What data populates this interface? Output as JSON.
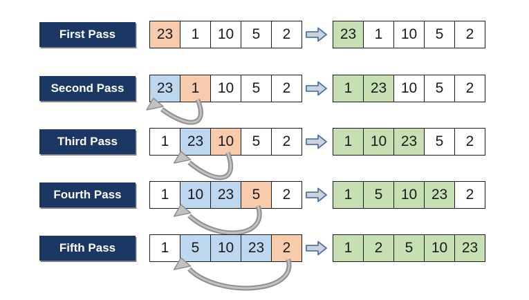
{
  "diagram_title": "",
  "colors": {
    "label_bg": "#1B3764",
    "label_text": "#FFFFFF",
    "cell_white": "#FFFFFF",
    "cell_orange": "#F8CBAD",
    "cell_blue": "#BDD7EE",
    "cell_green": "#C6E0B4",
    "cell_border": "#1A1A1A",
    "block_arrow_fill": "#CDD3DB",
    "block_arrow_stroke": "#4E75A5",
    "curve_arrow_dark": "#8F8F8F",
    "curve_arrow_light": "#C2C2C2"
  },
  "rows": [
    {
      "label": "First Pass",
      "left": [
        {
          "v": "23",
          "h": "orange"
        },
        {
          "v": "1",
          "h": "white"
        },
        {
          "v": "10",
          "h": "white"
        },
        {
          "v": "5",
          "h": "white"
        },
        {
          "v": "2",
          "h": "white"
        }
      ],
      "right": [
        {
          "v": "23",
          "h": "green"
        },
        {
          "v": "1",
          "h": "white"
        },
        {
          "v": "10",
          "h": "white"
        },
        {
          "v": "5",
          "h": "white"
        },
        {
          "v": "2",
          "h": "white"
        }
      ],
      "move": null
    },
    {
      "label": "Second Pass",
      "left": [
        {
          "v": "23",
          "h": "blue"
        },
        {
          "v": "1",
          "h": "orange"
        },
        {
          "v": "10",
          "h": "white"
        },
        {
          "v": "5",
          "h": "white"
        },
        {
          "v": "2",
          "h": "white"
        }
      ],
      "right": [
        {
          "v": "1",
          "h": "green"
        },
        {
          "v": "23",
          "h": "green"
        },
        {
          "v": "10",
          "h": "white"
        },
        {
          "v": "5",
          "h": "white"
        },
        {
          "v": "2",
          "h": "white"
        }
      ],
      "move": {
        "from": 1,
        "to": 0
      }
    },
    {
      "label": "Third Pass",
      "left": [
        {
          "v": "1",
          "h": "white"
        },
        {
          "v": "23",
          "h": "blue"
        },
        {
          "v": "10",
          "h": "orange"
        },
        {
          "v": "5",
          "h": "white"
        },
        {
          "v": "2",
          "h": "white"
        }
      ],
      "right": [
        {
          "v": "1",
          "h": "green"
        },
        {
          "v": "10",
          "h": "green"
        },
        {
          "v": "23",
          "h": "green"
        },
        {
          "v": "5",
          "h": "white"
        },
        {
          "v": "2",
          "h": "white"
        }
      ],
      "move": {
        "from": 2,
        "to": 1
      }
    },
    {
      "label": "Fourth Pass",
      "left": [
        {
          "v": "1",
          "h": "white"
        },
        {
          "v": "10",
          "h": "blue"
        },
        {
          "v": "23",
          "h": "blue"
        },
        {
          "v": "5",
          "h": "orange"
        },
        {
          "v": "2",
          "h": "white"
        }
      ],
      "right": [
        {
          "v": "1",
          "h": "green"
        },
        {
          "v": "5",
          "h": "green"
        },
        {
          "v": "10",
          "h": "green"
        },
        {
          "v": "23",
          "h": "green"
        },
        {
          "v": "2",
          "h": "white"
        }
      ],
      "move": {
        "from": 3,
        "to": 1
      }
    },
    {
      "label": "Fifth Pass",
      "left": [
        {
          "v": "1",
          "h": "white"
        },
        {
          "v": "5",
          "h": "blue"
        },
        {
          "v": "10",
          "h": "blue"
        },
        {
          "v": "23",
          "h": "blue"
        },
        {
          "v": "2",
          "h": "orange"
        }
      ],
      "right": [
        {
          "v": "1",
          "h": "green"
        },
        {
          "v": "2",
          "h": "green"
        },
        {
          "v": "5",
          "h": "green"
        },
        {
          "v": "10",
          "h": "green"
        },
        {
          "v": "23",
          "h": "green"
        }
      ],
      "move": {
        "from": 4,
        "to": 1
      }
    }
  ]
}
